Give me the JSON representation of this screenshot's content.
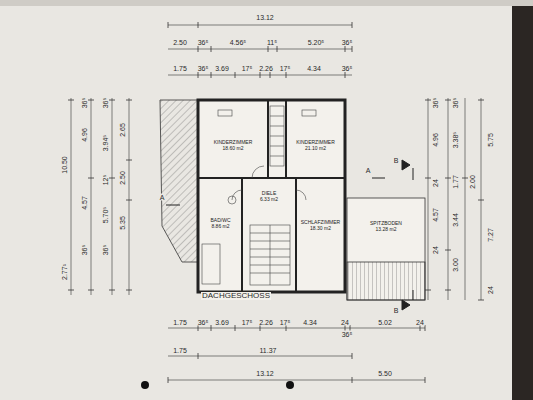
{
  "diagram": {
    "title": "DACHGESCHOSS",
    "nodes": [
      {
        "text": [
          "KINDERZIMMER",
          "18.60 m2"
        ]
      },
      {
        "text": [
          "KINDERZIMMER",
          "21.10 m2"
        ]
      },
      {
        "text": [
          "DIELE",
          "6.33 m2"
        ]
      },
      {
        "text": [
          "BAD/WC",
          "8.86 m2"
        ]
      },
      {
        "text": [
          "SCHLAFZIMMER",
          "18.30 m2"
        ]
      },
      {
        "text": [
          "SPITZBODEN",
          "13.28 m2"
        ]
      }
    ],
    "labels": [
      "13.12",
      "2.50",
      "36⁵",
      "4.56⁵",
      "11⁵",
      "5.20⁵",
      "36⁵",
      "1.75",
      "36⁵",
      "3.69",
      "17⁵",
      "2.26",
      "17⁵",
      "4.34",
      "36⁵",
      "10.50",
      "2.77¹",
      "36⁵",
      "4.96",
      "4.57",
      "36⁵",
      "36⁵",
      "3.94⁵",
      "12⁵",
      "5.70⁵",
      "36⁵",
      "2.65",
      "2.50",
      "5.35",
      "36⁵",
      "4.96",
      "24",
      "4.57",
      "24",
      "36⁵",
      "3.38⁵",
      "1.77",
      "3.44",
      "3.00",
      "2.00",
      "5.75",
      "7.27",
      "24",
      "1.75",
      "36⁵",
      "3.69",
      "17⁵",
      "2.26",
      "17⁵",
      "4.34",
      "24",
      "5.02",
      "24",
      "36⁵",
      "1.75",
      "11.37",
      "13.12",
      "5.50",
      "A",
      "A",
      "B",
      "B"
    ]
  }
}
